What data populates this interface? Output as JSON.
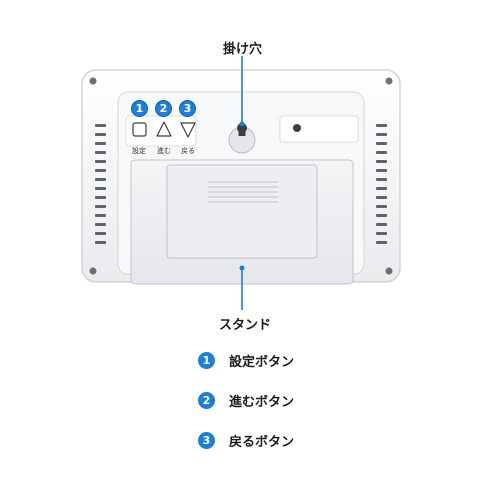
{
  "labels": {
    "hang_hole": "掛け穴",
    "stand": "スタンド"
  },
  "buttons": [
    {
      "number": "1",
      "label": "設定",
      "icon": "square-icon"
    },
    {
      "number": "2",
      "label": "進む",
      "icon": "triangle-up-icon"
    },
    {
      "number": "3",
      "label": "戻る",
      "icon": "triangle-down-icon"
    }
  ],
  "legend": [
    {
      "number": "1",
      "text": "設定ボタン"
    },
    {
      "number": "2",
      "text": "進むボタン"
    },
    {
      "number": "3",
      "text": "戻るボタン"
    }
  ],
  "colors": {
    "badge": "#1e7fd6",
    "callout_line": "#1e7fd6",
    "device_body": "#f2f3f5",
    "device_outline": "#c9ccd1"
  }
}
